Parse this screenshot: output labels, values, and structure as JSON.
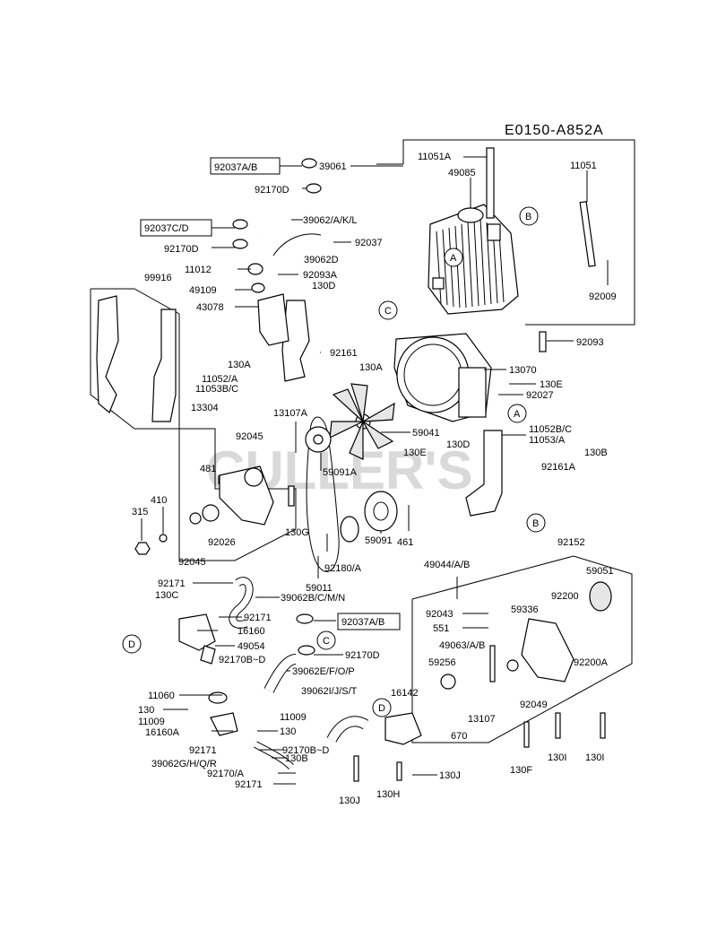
{
  "diagram_code": "E0150-A852A",
  "watermark": "CULLER'S",
  "callouts": [
    "A",
    "B",
    "C",
    "D",
    "A",
    "B",
    "C",
    "D"
  ],
  "labels": [
    "92037A/B",
    "92170D",
    "92037C/D",
    "92170D",
    "39061",
    "11051A",
    "49085",
    "11051",
    "39062/A/K/L",
    "92037",
    "39062D",
    "11012",
    "92093A",
    "49109",
    "130D",
    "43078",
    "99916",
    "92009",
    "92093",
    "92161",
    "130A",
    "130A",
    "11052/A",
    "11053B/C",
    "13070",
    "130E",
    "92027",
    "13304",
    "13107A",
    "11052B/C",
    "11053/A",
    "92045",
    "59041",
    "130D",
    "130B",
    "481",
    "59091A",
    "130E",
    "92161A",
    "410",
    "315",
    "92026",
    "130G",
    "461",
    "59091",
    "92152",
    "92045",
    "92180/A",
    "59011",
    "49044/A/B",
    "59051",
    "92171",
    "130C",
    "39062B/C/M/N",
    "92043",
    "92200",
    "92171",
    "59336",
    "16160",
    "92037A/B",
    "551",
    "49054",
    "92170D",
    "49063/A/B",
    "92200A",
    "92170B~D",
    "39062E/F/O/P",
    "59256",
    "16142",
    "11060",
    "39062I/J/S/T",
    "13107",
    "92049",
    "130",
    "11009",
    "130",
    "11009",
    "16160A",
    "670",
    "130B",
    "92170B~D",
    "92171",
    "39062G/H/Q/R",
    "92170/A",
    "92171",
    "130F",
    "130I",
    "130I",
    "130J",
    "130J",
    "130H"
  ]
}
